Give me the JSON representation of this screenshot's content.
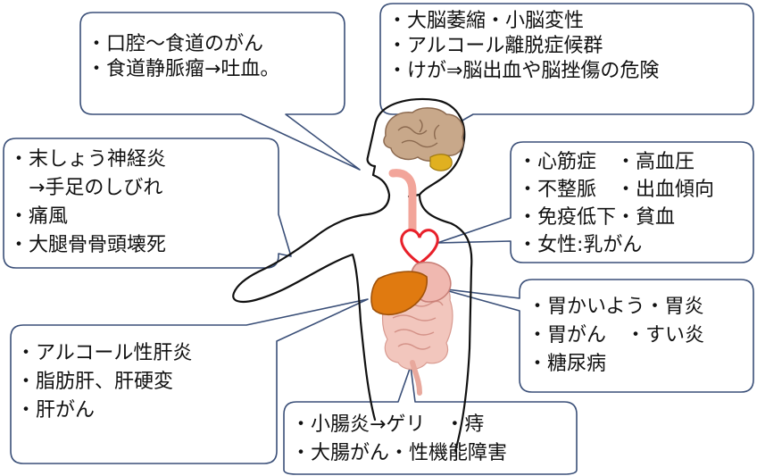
{
  "bubbles": {
    "mouth": {
      "lines": [
        "・口腔～食道のがん",
        "・食道静脈瘤→吐血。"
      ]
    },
    "brain": {
      "lines": [
        "・大脳萎縮・小脳変性",
        "・アルコール離脱症候群",
        "・けが⇒脳出血や脳挫傷の危険"
      ]
    },
    "nerve": {
      "lines": [
        "・末しょう神経炎",
        "　→手足のしびれ",
        "・痛風",
        "・大腿骨骨頭壊死"
      ]
    },
    "heart": {
      "lines": [
        "・心筋症　・高血圧",
        "・不整脈　・出血傾向",
        "・免疫低下・貧血",
        "・女性:乳がん"
      ]
    },
    "stomach": {
      "lines": [
        "・胃かいよう・胃炎",
        "・胃がん　・すい炎",
        "・糖尿病"
      ]
    },
    "liver": {
      "lines": [
        "・アルコール性肝炎",
        "・脂肪肝、肝硬変",
        "・肝がん"
      ]
    },
    "intestine": {
      "lines": [
        "・小腸炎→ゲリ　・痔",
        "・大腸がん・性機能障害"
      ]
    }
  },
  "colors": {
    "bubble_stroke": "#3a4f78",
    "body_outline": "#111111",
    "brain": "#c8a88a",
    "cerebellum": "#e0b020",
    "esophagus": "#f2a59a",
    "heart": "#e8202a",
    "liver": "#e07a10",
    "stomach": "#f0b8b0",
    "intestine": "#f2c6bd"
  }
}
